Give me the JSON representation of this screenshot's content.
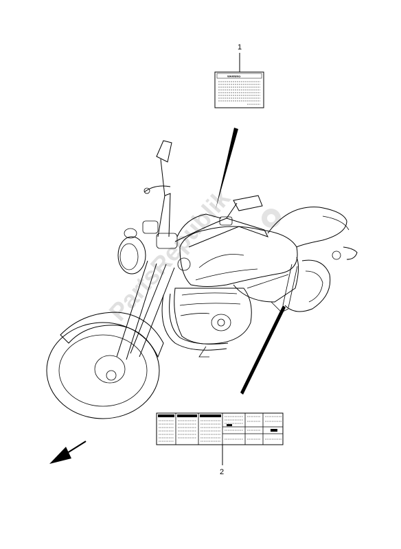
{
  "callouts": [
    {
      "number": "1",
      "part": "warning-label"
    },
    {
      "number": "2",
      "part": "info-label"
    }
  ],
  "warning_label": {
    "heading": "WARNING"
  },
  "watermark": {
    "text": "PartsRepublik"
  }
}
